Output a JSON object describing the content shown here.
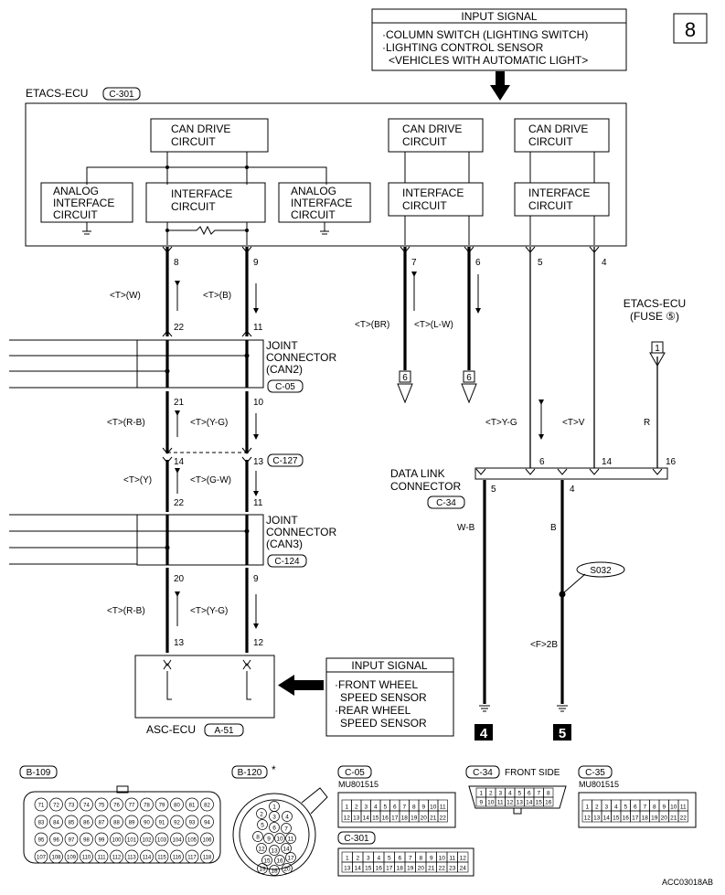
{
  "page_number": "8",
  "top_input": {
    "title": "INPUT SIGNAL",
    "lines": [
      "·COLUMN SWITCH (LIGHTING SWITCH)",
      "·LIGHTING CONTROL SENSOR",
      "<VEHICLES WITH AUTOMATIC LIGHT>"
    ]
  },
  "etacs": {
    "label": "ETACS-ECU",
    "connector": "C-301",
    "can_drive_1": [
      "CAN DRIVE",
      "CIRCUIT"
    ],
    "can_drive_2": [
      "CAN DRIVE",
      "CIRCUIT"
    ],
    "can_drive_3": [
      "CAN DRIVE",
      "CIRCUIT"
    ],
    "analog_left": [
      "ANALOG",
      "INTERFACE",
      "CIRCUIT"
    ],
    "analog_right": [
      "ANALOG",
      "INTERFACE",
      "CIRCUIT"
    ],
    "interface_1": [
      "INTERFACE",
      "CIRCUIT"
    ],
    "interface_2": [
      "INTERFACE",
      "CIRCUIT"
    ],
    "interface_3": [
      "INTERFACE",
      "CIRCUIT"
    ]
  },
  "pins": {
    "p8": "8",
    "p9": "9",
    "p7": "7",
    "p6": "6",
    "p5": "5",
    "p4": "4",
    "j1_22": "22",
    "j1_11": "11",
    "j1_21": "21",
    "j1_10": "10",
    "c127_14": "14",
    "c127_13": "13",
    "j2_22": "22",
    "j2_11": "11",
    "j2_20": "20",
    "j2_9": "9",
    "asc_13": "13",
    "asc_12": "12",
    "dlc_6": "6",
    "dlc_14": "14",
    "dlc_16": "16",
    "dlc_5": "5",
    "dlc_4": "4"
  },
  "wire_labels": {
    "w8": "<T>(W)",
    "w9": "<T>(B)",
    "w7": "<T>(BR)",
    "w6": "<T>(L-W)",
    "w5": "<T>Y-G",
    "w4": "<T>V",
    "wr": "R",
    "w21": "<T>(R-B)",
    "w10": "<T>(Y-G)",
    "w14": "<T>(Y)",
    "w13": "<T>(G-W)",
    "w20": "<T>(R-B)",
    "w9b": "<T>(Y-G)",
    "wb": "W-B",
    "bb": "B",
    "f2b": "<F>2B"
  },
  "joint1": {
    "lines": [
      "JOINT",
      "CONNECTOR",
      "(CAN2)"
    ],
    "connector": "C-05"
  },
  "joint2": {
    "lines": [
      "JOINT",
      "CONNECTOR",
      "(CAN3)"
    ],
    "connector": "C-124"
  },
  "c127": "C-127",
  "ground6a": "6",
  "ground6b": "6",
  "fuse": {
    "lines": [
      "ETACS-ECU",
      "(FUSE ⑤)"
    ],
    "num": "1"
  },
  "dlc": {
    "lines": [
      "DATA LINK",
      "CONNECTOR"
    ],
    "connector": "C-34"
  },
  "splice": "S032",
  "ground4": "4",
  "ground5": "5",
  "asc": {
    "label": "ASC-ECU",
    "connector": "A-51"
  },
  "asc_input": {
    "title": "INPUT SIGNAL",
    "lines": [
      "·FRONT WHEEL",
      "SPEED SENSOR",
      "·REAR WHEEL",
      "SPEED SENSOR"
    ]
  },
  "connectors": {
    "b109": "B-109",
    "b120": "B-120",
    "asterisk": "*",
    "c05": "C-05",
    "c05_part": "MU801515",
    "c34": "C-34",
    "c34_side": "FRONT SIDE",
    "c35": "C-35",
    "c35_part": "MU801515",
    "c301": "C-301"
  },
  "doc_code": "ACC03018AB"
}
